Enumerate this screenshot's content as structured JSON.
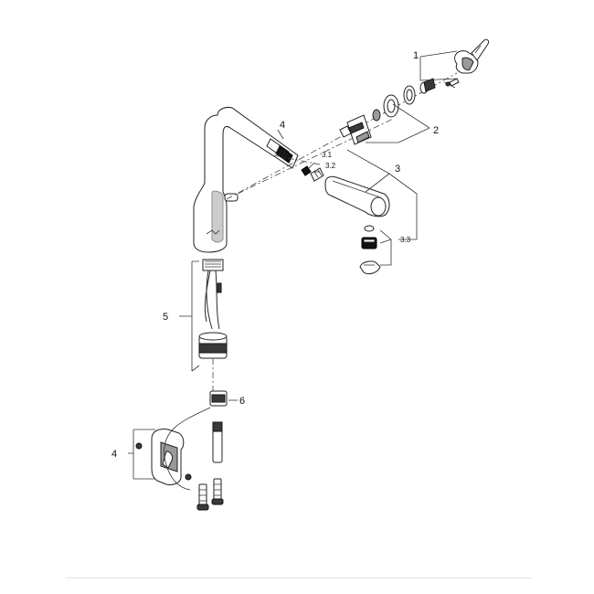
{
  "callouts": {
    "c1": "1",
    "c2": "2",
    "c3": "3",
    "c3_1": "3.1",
    "c3_2": "3.2",
    "c3_3": "3.3",
    "c4_spout": "4",
    "c4_clip": "4",
    "c5": "5",
    "c6": "6"
  },
  "colors": {
    "line": "#2a2a2a",
    "part_fill": "#ffffff",
    "shade": "#9a9a9a",
    "dark": "#3a3a3a"
  }
}
